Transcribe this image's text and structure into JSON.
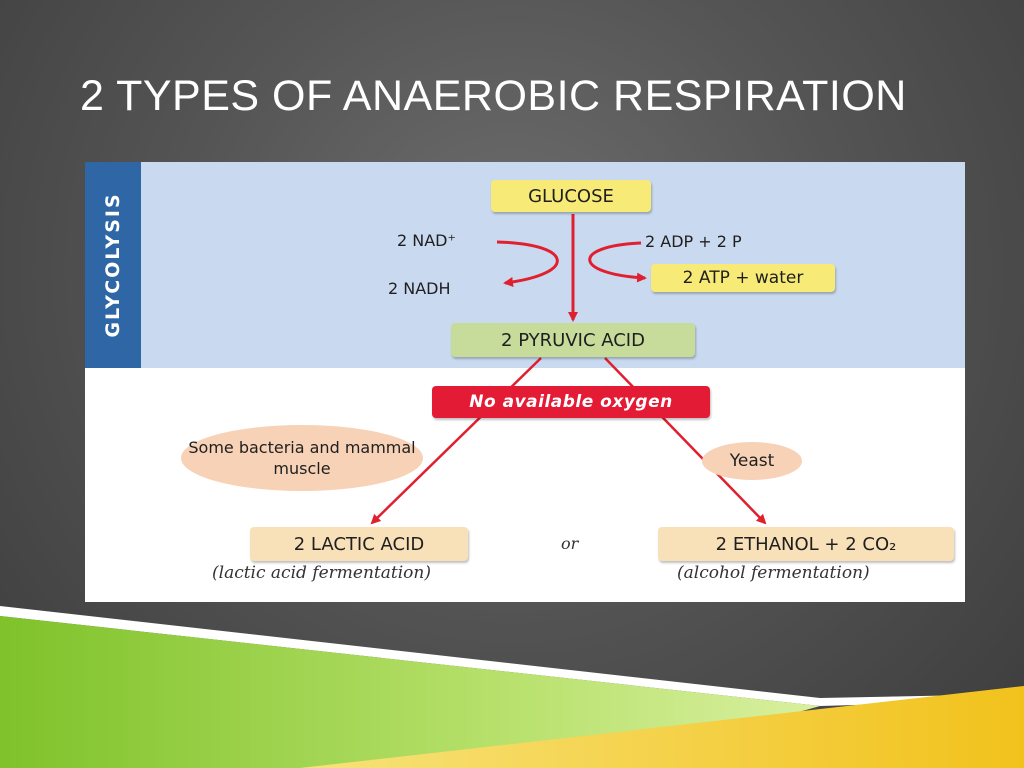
{
  "slide": {
    "title": "2 TYPES OF ANAEROBIC RESPIRATION"
  },
  "diagram": {
    "section_label": "GLYCOLYSIS",
    "glucose": "GLUCOSE",
    "nad_in": "2 NAD⁺",
    "nadh_out": "2 NADH",
    "adp_in": "2 ADP + 2 P",
    "atp_out": "2 ATP + water",
    "pyruvic": "2 PYRUVIC ACID",
    "condition": "No available oxygen",
    "left_organisms": "Some bacteria and mammal muscle",
    "right_organisms": "Yeast",
    "left_product": "2 LACTIC ACID",
    "left_caption": "(lactic acid fermentation)",
    "or_label": "or",
    "right_product": "2 ETHANOL +  2 CO₂",
    "right_caption": "(alcohol fermentation)"
  },
  "colors": {
    "glycolysis_band": "#c9daf0",
    "glycolysis_tab": "#2f67a6",
    "arrow_red": "#e0202f",
    "glucose_box": "#f7ea76",
    "pyruvic_box": "#c7dc9b",
    "condition_box": "#e31b35",
    "product_box": "#f8e1b8",
    "organism_oval": "#f7d2b7",
    "band_green": "#8fcc3a",
    "band_yellow": "#f2c21c"
  }
}
